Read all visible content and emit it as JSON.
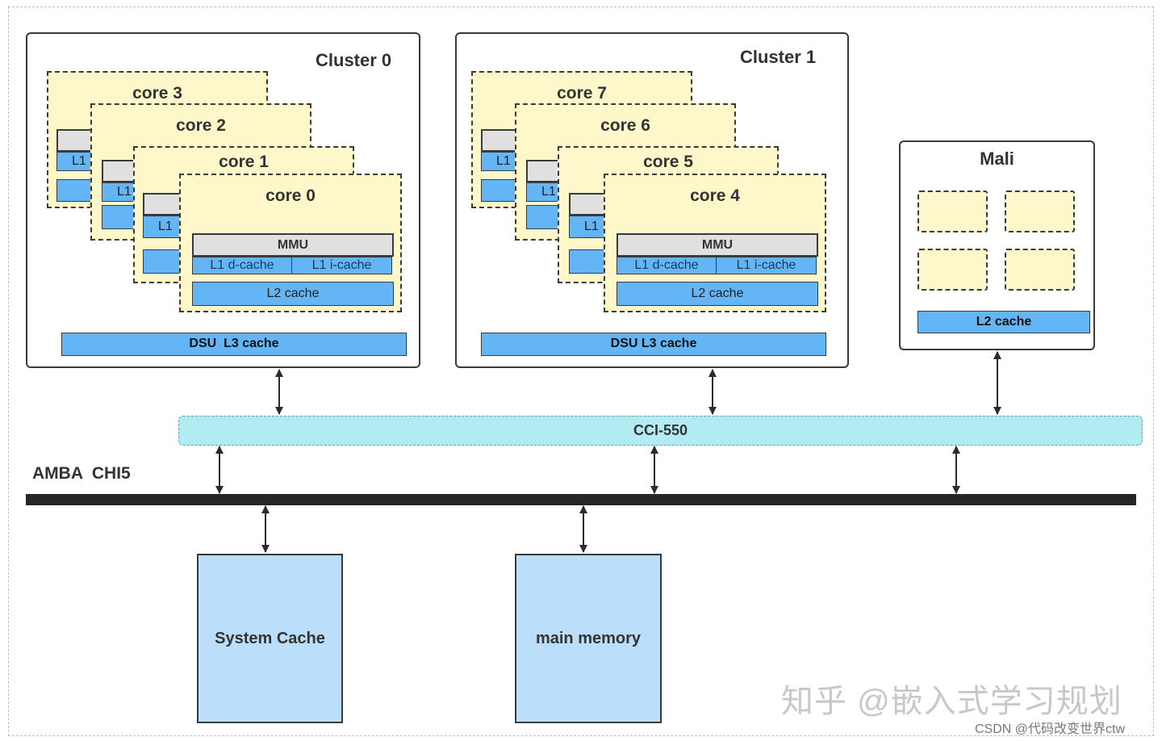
{
  "clusters": [
    {
      "title": "Cluster 0",
      "cores": [
        "core 3",
        "core 2",
        "core 1",
        "core 0"
      ],
      "front_core": {
        "mmu": "MMU",
        "l1d": "L1 d-cache",
        "l1i": "L1 i-cache",
        "l2": "L2 cache"
      },
      "partial_l1": "L1",
      "dsu": "DSU  L3 cache"
    },
    {
      "title": "Cluster 1",
      "cores": [
        "core 7",
        "core 6",
        "core 5",
        "core 4"
      ],
      "front_core": {
        "mmu": "MMU",
        "l1d": "L1 d-cache",
        "l1i": "L1 i-cache",
        "l2": "L2 cache"
      },
      "partial_l1": "L1",
      "dsu": "DSU L3 cache"
    }
  ],
  "mali": {
    "title": "Mali",
    "l2": "L2 cache"
  },
  "interconnect": {
    "label": "CCI-550"
  },
  "bus": {
    "label": "AMBA  CHI5"
  },
  "memories": {
    "system_cache": "System Cache",
    "main_memory": "main memory"
  },
  "watermark": {
    "text": "知乎 @嵌入式学习规划",
    "source": "CSDN @代码改变世界ctw"
  },
  "colors": {
    "core_fill": "#fdf7c9",
    "cache_blue": "#64b5f6",
    "mmu_grey": "#e0e0e0",
    "interconnect_fill": "#b2ebf2",
    "memory_fill": "#bbdefb",
    "bus": "#262626"
  }
}
